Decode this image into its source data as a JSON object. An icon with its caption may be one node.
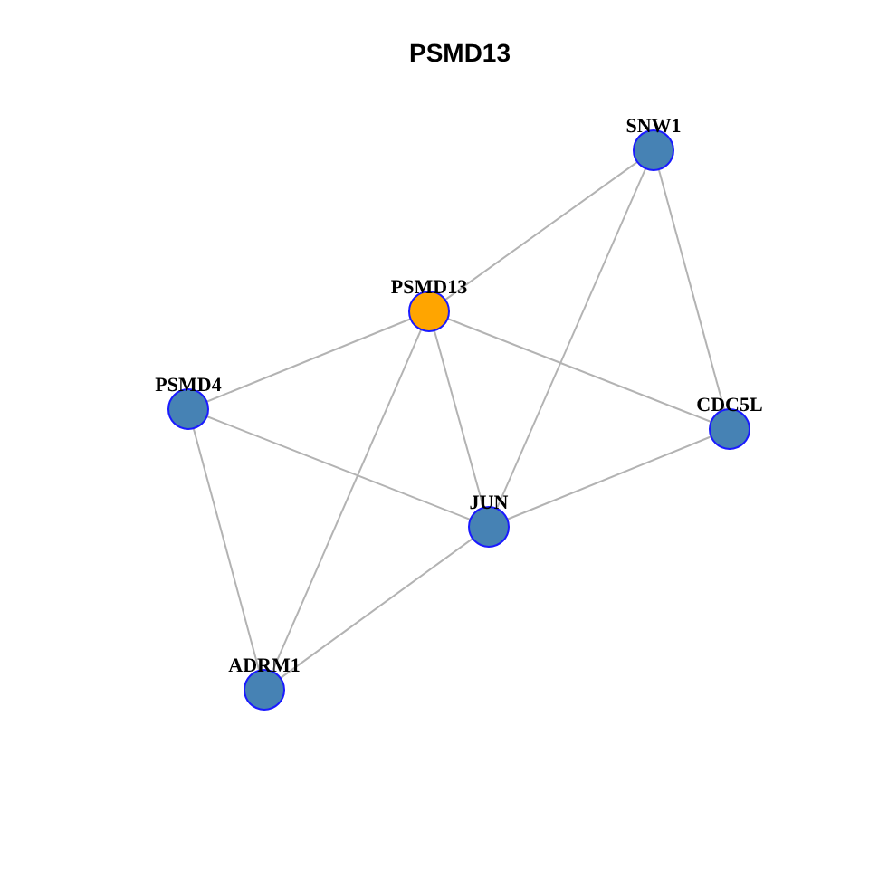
{
  "diagram": {
    "title": "PSMD13",
    "nodes": [
      {
        "text": [
          "SNW1"
        ]
      },
      {
        "text": [
          "PSMD13"
        ]
      },
      {
        "text": [
          "PSMD4"
        ]
      },
      {
        "text": [
          "CDC5L"
        ]
      },
      {
        "text": [
          "JUN"
        ]
      },
      {
        "text": [
          "ADRM1"
        ]
      }
    ],
    "edges": [
      {
        "from": 1,
        "to": 0,
        "arrow": "none"
      },
      {
        "from": 1,
        "to": 2,
        "arrow": "none"
      },
      {
        "from": 1,
        "to": 3,
        "arrow": "none"
      },
      {
        "from": 1,
        "to": 4,
        "arrow": "none"
      },
      {
        "from": 1,
        "to": 5,
        "arrow": "none"
      },
      {
        "from": 0,
        "to": 4,
        "arrow": "none"
      },
      {
        "from": 0,
        "to": 3,
        "arrow": "none"
      },
      {
        "from": 2,
        "to": 4,
        "arrow": "none"
      },
      {
        "from": 2,
        "to": 5,
        "arrow": "none"
      },
      {
        "from": 3,
        "to": 4,
        "arrow": "none"
      },
      {
        "from": 4,
        "to": 5,
        "arrow": "none"
      }
    ]
  }
}
